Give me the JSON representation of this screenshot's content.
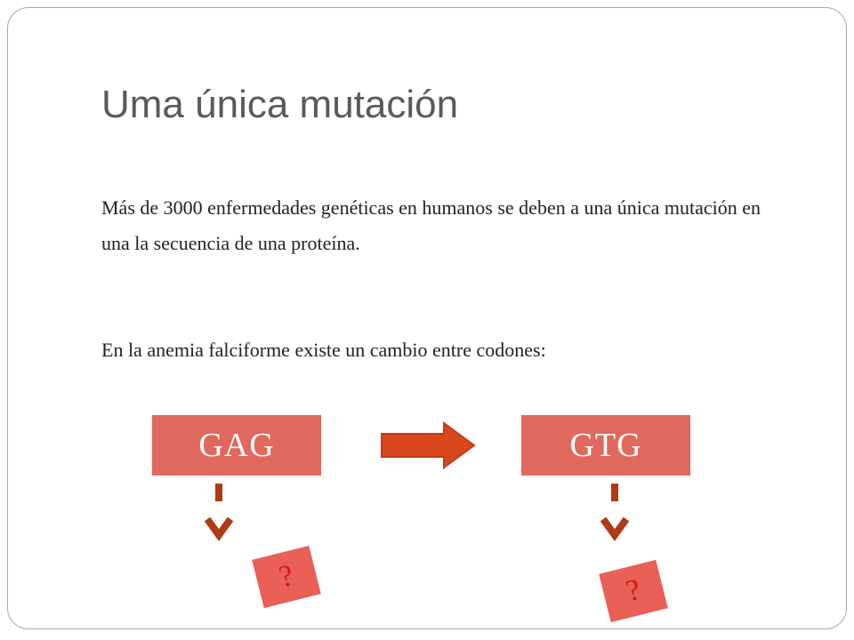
{
  "slide": {
    "title": "Uma única mutación",
    "paragraph_1": "Más de 3000 enfermedades genéticas en humanos se deben a una única mutación en una la secuencia de una proteína.",
    "paragraph_2": "En la anemia falciforme existe un cambio entre codones:"
  },
  "diagram": {
    "codon_from": "GAG",
    "codon_to": "GTG",
    "question_left": "?",
    "question_right": "?",
    "arrow_icon": "right-arrow-icon",
    "colors": {
      "codon_fill": "#e0685c",
      "arrow_fill": "#d9481c",
      "down_arrow": "#b03a12",
      "question_fill": "#ea6057",
      "question_text": "#cc1a12"
    }
  }
}
